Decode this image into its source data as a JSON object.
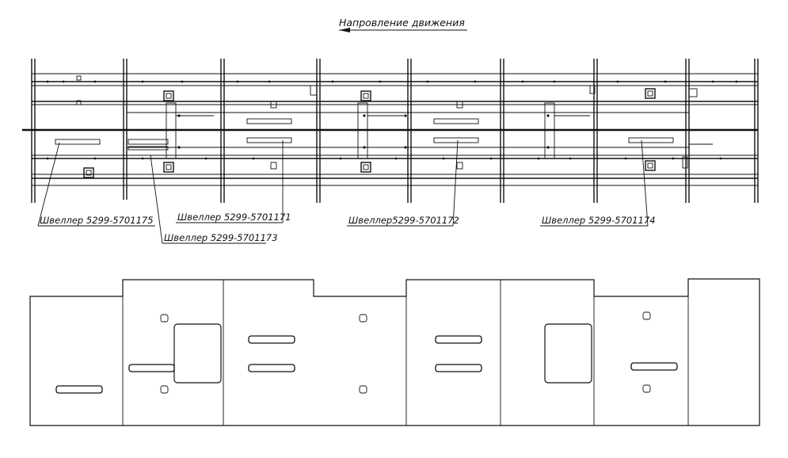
{
  "title": "Напровление движения",
  "labels": {
    "ch1175": "Швеллер 5299-5701175",
    "ch1171": "Швеллер 5299-5701171",
    "ch1173": "Швеллер 5299-5701173",
    "ch1172": "Швеллер5299-5701172",
    "ch1174": "Швеллер 5299-5701174"
  }
}
